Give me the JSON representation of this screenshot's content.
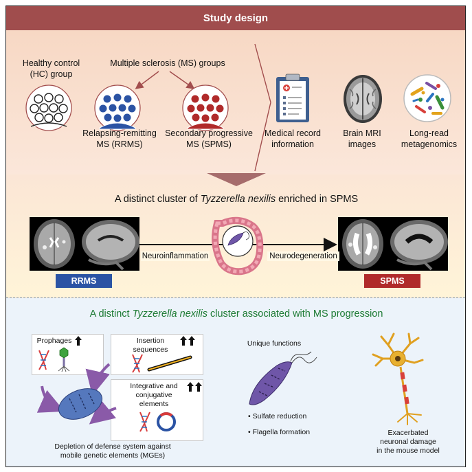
{
  "header": {
    "title": "Study design"
  },
  "study": {
    "hc_label": "Healthy control\n(HC) group",
    "ms_groups_label": "Multiple sclerosis (MS) groups",
    "rrms_label": "Relapsing-remitting\nMS (RRMS)",
    "spms_label": "Secondary progressive\nMS (SPMS)",
    "medical_record": "Medical record\ninformation",
    "brain_mri": "Brain MRI\nimages",
    "metagenomics": "Long-read\nmetagenomics"
  },
  "cluster": {
    "title_prefix": "A distinct cluster of ",
    "title_species": "Tyzzerella nexilis",
    "title_suffix": " enriched in SPMS",
    "neuroinflammation": "Neuroinflammation",
    "neurodegeneration": "Neurodegeneration",
    "rrms_tag": "RRMS",
    "spms_tag": "SPMS"
  },
  "progression": {
    "title_prefix": "A distinct ",
    "title_species": "Tyzzerella nexilis",
    "title_suffix": " cluster associated with MS progression",
    "prophages": "Prophages",
    "insertion": "Insertion\nsequences",
    "integrative": "Integrative and\nconjugative elements",
    "depletion": "Depletion of defense system against\nmobile genetic elements (MGEs)",
    "unique_functions": "Unique functions",
    "sulfate": "• Sulfate reduction",
    "flagella": "• Flagella formation",
    "exacerbated": "Exacerbated\nneuronal damage\nin the mouse model"
  },
  "colors": {
    "header": "#a04d4d",
    "rrms": "#2b53a4",
    "spms": "#b02a2a",
    "bacteria": "#6f56a8",
    "progression_title": "#1c7a33"
  }
}
